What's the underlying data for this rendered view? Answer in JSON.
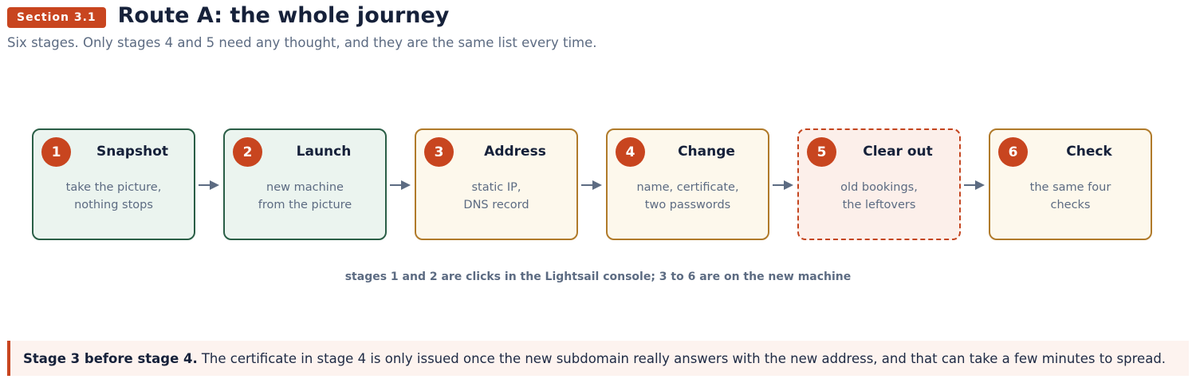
{
  "header": {
    "badge": "Section 3.1",
    "title": "Route A: the whole journey",
    "subtitle": "Six stages. Only stages 4 and 5 need any thought, and they are the same list every time."
  },
  "stages": [
    {
      "number": "1",
      "title": "Snapshot",
      "desc_line1": "take the picture,",
      "desc_line2": "nothing stops",
      "style": "green"
    },
    {
      "number": "2",
      "title": "Launch",
      "desc_line1": "new machine",
      "desc_line2": "from the picture",
      "style": "green"
    },
    {
      "number": "3",
      "title": "Address",
      "desc_line1": "static IP,",
      "desc_line2": "DNS record",
      "style": "amber"
    },
    {
      "number": "4",
      "title": "Change",
      "desc_line1": "name, certificate,",
      "desc_line2": "two passwords",
      "style": "amber"
    },
    {
      "number": "5",
      "title": "Clear out",
      "desc_line1": "old bookings,",
      "desc_line2": "the leftovers",
      "style": "red-dashed"
    },
    {
      "number": "6",
      "title": "Check",
      "desc_line1": "the same four",
      "desc_line2": "checks",
      "style": "amber"
    }
  ],
  "caption": "stages 1 and 2 are clicks in the Lightsail console; 3 to 6 are on the new machine",
  "note": {
    "strong": "Stage 3 before stage 4.",
    "text": "The certificate in stage 4 is only issued once the new subdomain really answers with the new address, and that can take a few minutes to spread."
  },
  "colors": {
    "accent": "#c8451f",
    "green_border": "#2a5e46",
    "green_fill": "#ebf4ef",
    "amber_border": "#b07a2a",
    "amber_fill": "#fdf8ec",
    "red_fill": "#fcefea",
    "arrow": "#5c6b82"
  },
  "icons": {
    "arrow": "arrow-right-icon"
  }
}
